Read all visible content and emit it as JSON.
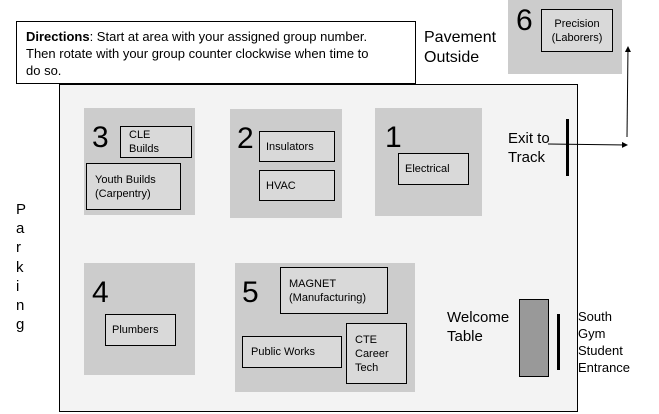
{
  "directions": {
    "bold": "Directions",
    "line1": ": Start at area with your assigned group number.",
    "line2": "Then rotate with your group counter clockwise when time to",
    "line3": "do so."
  },
  "pavement": {
    "line1": "Pavement",
    "line2": "Outside"
  },
  "parking": [
    "P",
    "a",
    "r",
    "k",
    "i",
    "n",
    "g"
  ],
  "areas": {
    "a1": {
      "number": "1",
      "stations": [
        "Electrical"
      ]
    },
    "a2": {
      "number": "2",
      "stations": [
        "Insulators",
        "HVAC"
      ]
    },
    "a3": {
      "number": "3",
      "stations": [
        "CLE Builds",
        "Youth Builds (Carpentry)"
      ]
    },
    "a4": {
      "number": "4",
      "stations": [
        "Plumbers"
      ]
    },
    "a5": {
      "number": "5",
      "stations": [
        "MAGNET (Manufacturing)",
        "Public Works",
        "CTE Career Tech"
      ]
    },
    "a6": {
      "number": "6",
      "stations": [
        "Precision (Laborers)"
      ]
    }
  },
  "exit": {
    "line1": "Exit to",
    "line2": "Track"
  },
  "welcome": {
    "line1": "Welcome",
    "line2": "Table"
  },
  "entrance": [
    "South",
    "Gym",
    "Student",
    "Entrance"
  ],
  "colors": {
    "zone": "#cccccc",
    "floor": "#f3f3f3",
    "table": "#999999"
  }
}
